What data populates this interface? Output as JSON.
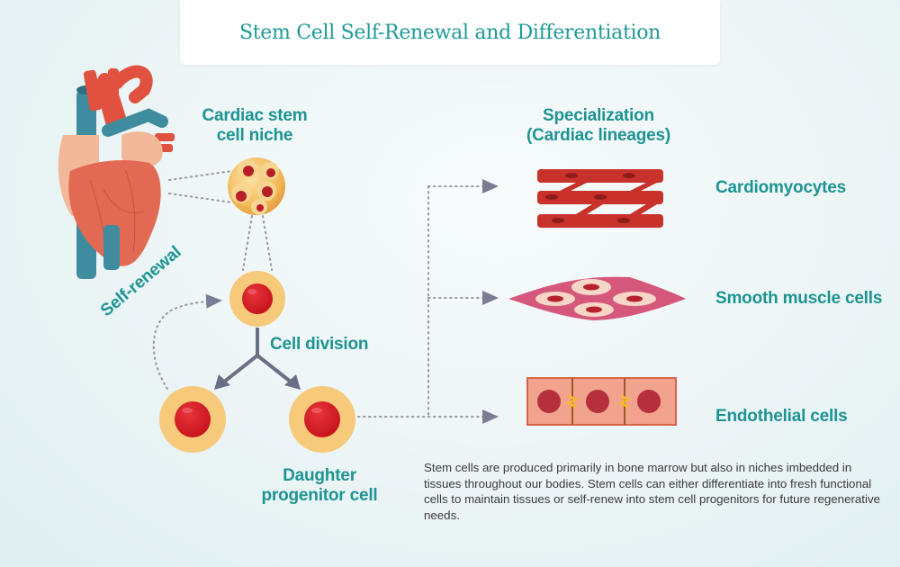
{
  "title": "Stem Cell Self-Renewal and Differentiation",
  "labels": {
    "niche_line1": "Cardiac stem",
    "niche_line2": "cell niche",
    "self_renewal": "Self-renewal",
    "cell_division": "Cell division",
    "daughter_line1": "Daughter",
    "daughter_line2": "progenitor cell",
    "specialization_line1": "Specialization",
    "specialization_line2": "(Cardiac lineages)",
    "cardiomyocytes": "Cardiomyocytes",
    "smooth_muscle": "Smooth muscle cells",
    "endothelial": "Endothelial cells"
  },
  "description": "Stem cells are produced primarily in bone marrow but also in niches imbedded in tissues throughout our bodies. Stem cells can either differentiate into fresh functional cells to maintain tissues or self-renew into stem cell progenitors for future regenerative needs.",
  "colors": {
    "accent_teal": "#1d9492",
    "cell_outer": "#f7c97a",
    "cell_nucleus": "#d4141e",
    "arrow_gray": "#6b6f86",
    "heart_red": "#e36a52",
    "vessel_blue": "#3f8c9e"
  }
}
